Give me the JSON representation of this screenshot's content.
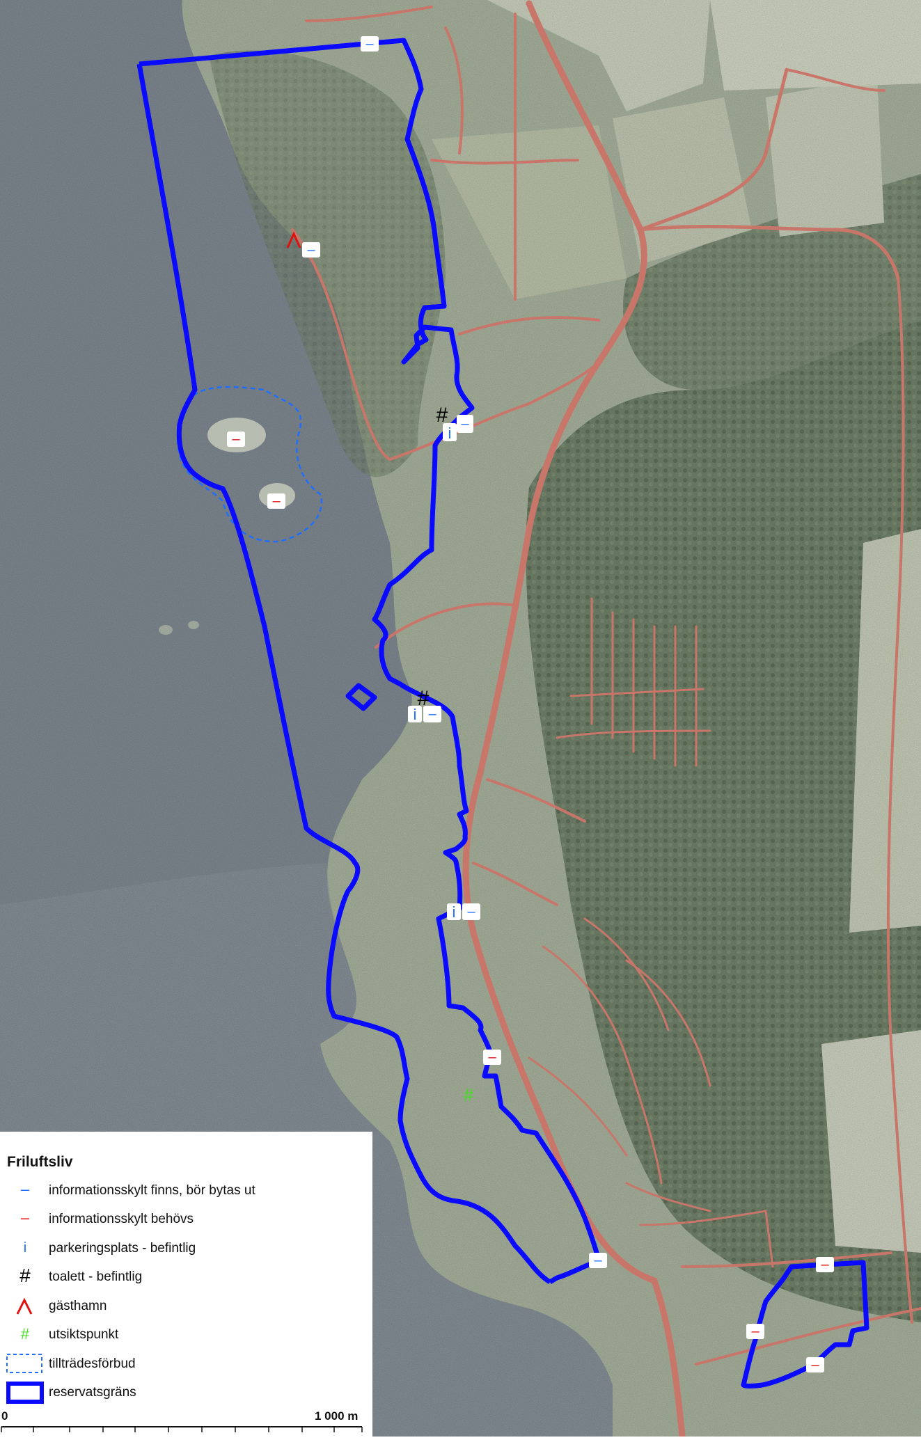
{
  "legend": {
    "title": "Friluftsliv",
    "items": [
      {
        "symbol": "–",
        "symbol_icon": "blue-dash-icon",
        "color": "#1f6fff",
        "label": "informationsskylt finns, bör bytas ut"
      },
      {
        "symbol": "–",
        "symbol_icon": "red-dash-icon",
        "color": "#e01010",
        "label": "informationsskylt behövs"
      },
      {
        "symbol": "i",
        "symbol_icon": "parking-info-icon",
        "color": "#1f6fff",
        "label": "parkeringsplats - befintlig"
      },
      {
        "symbol": "#",
        "symbol_icon": "toilet-icon",
        "color": "#000000",
        "label": "toalett - befintlig"
      },
      {
        "symbol": "^",
        "symbol_icon": "guest-harbour-icon",
        "color": "#e01010",
        "label": "gästhamn"
      },
      {
        "symbol": "#",
        "symbol_icon": "viewpoint-icon",
        "color": "#44dd22",
        "label": "utsiktspunkt"
      },
      {
        "symbol": "",
        "symbol_icon": "dashed-box-icon",
        "color": "#1f6fff",
        "label": "tillträdesförbud"
      },
      {
        "symbol": "",
        "symbol_icon": "thick-box-icon",
        "color": "#0a0aff",
        "label": "reservatsgräns"
      }
    ]
  },
  "scalebar": {
    "start_label": "0",
    "end_label": "1 000 m"
  },
  "map_markers": {
    "info_glyph": "i",
    "toilet_glyph": "#",
    "dash_glyph": "–"
  },
  "colors": {
    "boundary": "#0a0aff",
    "sign_exists": "#1f6fff",
    "sign_needed": "#e01010",
    "road": "#c9766a",
    "sea": "#7f8891",
    "land": "#a6b19c",
    "forest": "#6f8068",
    "field": "#c6ccb8"
  }
}
